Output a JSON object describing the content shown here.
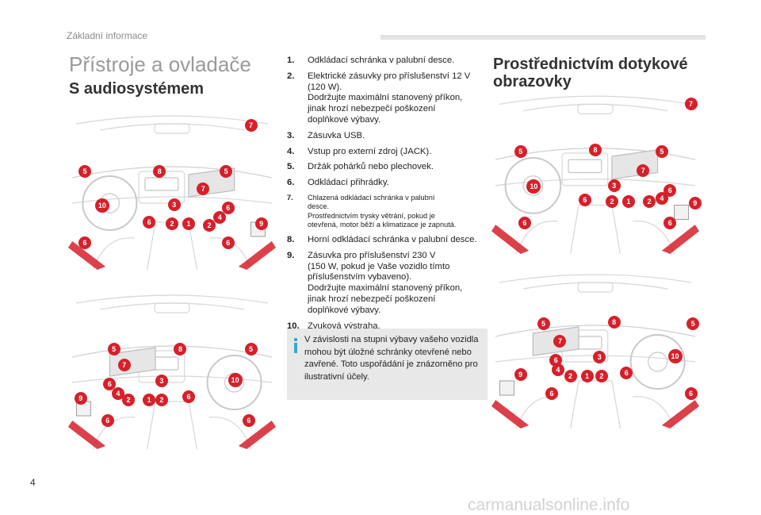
{
  "header": {
    "section": "Základní informace"
  },
  "page_title": "Přístroje a ovladače",
  "subtitle_left": "S audiosystémem",
  "subtitle_right": "Prostřednictvím dotykové obrazovky",
  "items": [
    {
      "num": "1.",
      "lines": [
        "Odkládací schránka v palubní desce."
      ]
    },
    {
      "num": "2.",
      "lines": [
        "Elektrické zásuvky pro příslušenství 12 V",
        "(120 W).",
        "Dodržujte maximální stanovený příkon,",
        "jinak hrozí nebezpečí poškození",
        "doplňkové výbavy."
      ]
    },
    {
      "num": "3.",
      "lines": [
        "Zásuvka USB."
      ]
    },
    {
      "num": "4.",
      "lines": [
        "Vstup pro externí zdroj (JACK)."
      ]
    },
    {
      "num": "5.",
      "lines": [
        "Držák pohárků nebo plechovek."
      ]
    },
    {
      "num": "6.",
      "lines": [
        "Odkládací přihrádky."
      ]
    },
    {
      "num": "7.",
      "lines": [
        "Chlazená odkládací schránka v palubní",
        "desce.",
        "Prostřednictvím trysky větrání, pokud je",
        "otevřená, motor běží a klimatizace je zapnutá."
      ]
    },
    {
      "num": "8.",
      "lines": [
        "Horní odkládací schránka v palubní desce."
      ]
    },
    {
      "num": "9.",
      "lines": [
        "Zásuvka pro příslušenství 230 V",
        "(150 W, pokud je Vaše vozidlo tímto",
        "příslušenstvím vybaveno).",
        "Dodržujte maximální stanovený příkon,",
        "jinak hrozí nebezpečí poškození",
        "doplňkové výbavy."
      ]
    },
    {
      "num": "10.",
      "lines": [
        "Zvuková výstraha."
      ]
    }
  ],
  "note": {
    "text": "V závislosti na stupni výbavy vašeho vozidla mohou být úložné schránky otevřené nebo zavřené. Toto uspořádání je znázorněno pro ilustrativní účely."
  },
  "page_number": "4",
  "watermark": "carmanualsonline.info",
  "badge_labels": [
    "1",
    "2",
    "3",
    "4",
    "5",
    "6",
    "7",
    "8",
    "9",
    "10"
  ],
  "colors": {
    "badge": "#d6202a",
    "note_bg": "#e8e8e8",
    "info_icon": "#3aa6d8"
  }
}
